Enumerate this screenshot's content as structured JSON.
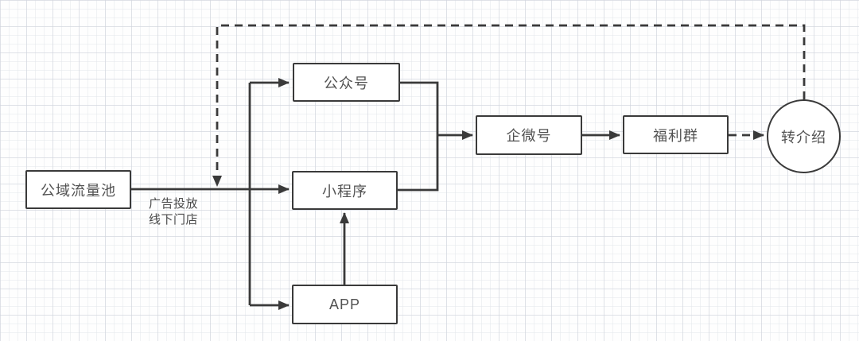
{
  "diagram": {
    "nodes": {
      "pool": {
        "label": "公域流量池"
      },
      "official": {
        "label": "公众号"
      },
      "mini": {
        "label": "小程序"
      },
      "app": {
        "label": "APP"
      },
      "ewechat": {
        "label": "企微号"
      },
      "welfare": {
        "label": "福利群"
      },
      "referral": {
        "label": "转介绍"
      }
    },
    "edge_labels": {
      "channel_line1": "广告投放",
      "channel_line2": "线下门店"
    },
    "colors": {
      "line": "#3a3a3a",
      "node_border": "#3a3a3a",
      "node_fill": "#ffffff",
      "text": "#525252",
      "background": "#fefefe",
      "grid": "#d0d4dc"
    }
  }
}
